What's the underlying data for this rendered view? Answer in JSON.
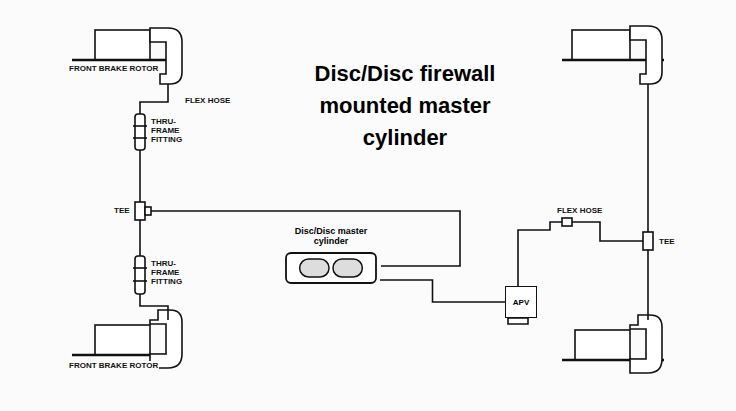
{
  "diagram": {
    "title": "Disc/Disc firewall mounted master cylinder",
    "nodes": [
      {
        "text": [
          "Disc/Disc master cylinder"
        ]
      },
      {
        "text": [
          "APV"
        ]
      }
    ],
    "edges": [
      {
        "from": 0,
        "to": 1,
        "arrow": "none"
      }
    ],
    "labels": [
      "FRONT BRAKE ROTOR",
      "FLEX HOSE",
      "THRU-FRAME FITTING",
      "TEE",
      "THRU-FRAME FITTING",
      "FRONT BRAKE ROTOR",
      "FLEX HOSE",
      "TEE"
    ]
  }
}
